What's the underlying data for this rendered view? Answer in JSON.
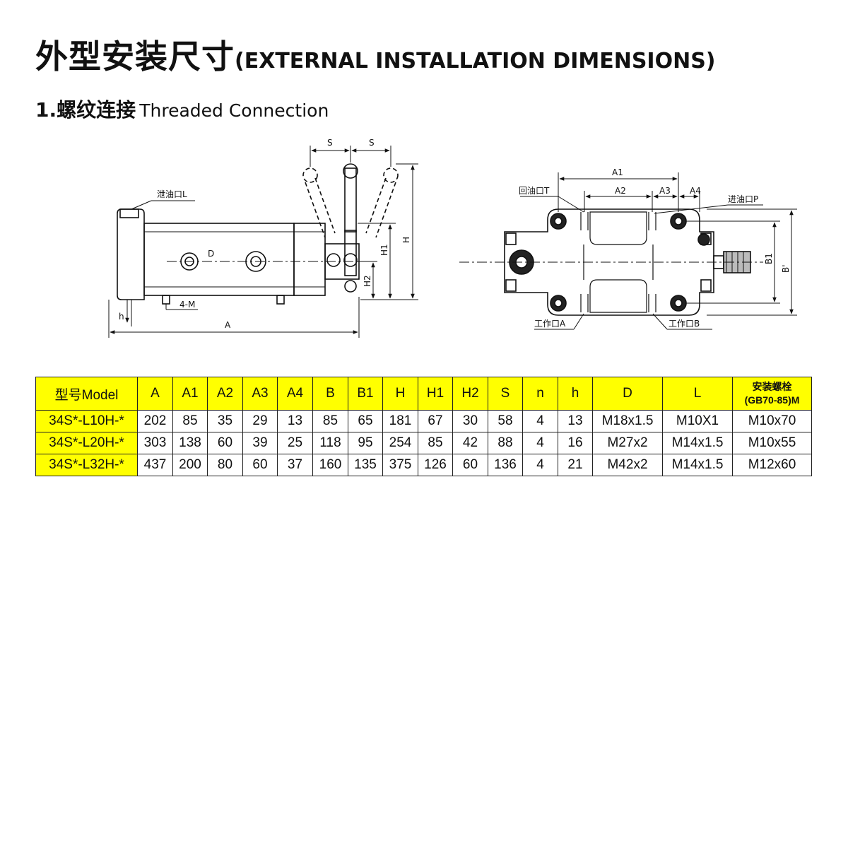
{
  "title": {
    "cn": "外型安装尺寸",
    "en": "(EXTERNAL INSTALLATION DIMENSIONS)"
  },
  "section": {
    "cn": "1.螺纹连接",
    "en": "Threaded Connection"
  },
  "drawing": {
    "side": {
      "drain_port": "泄油口L",
      "d": "D",
      "four_m": "4-M",
      "h": "h",
      "a": "A",
      "s": "S",
      "h_total": "H",
      "h1": "H1",
      "h2": "H2"
    },
    "top": {
      "a1": "A1",
      "a2": "A2",
      "a3": "A3",
      "a4": "A4",
      "return_port": "回油口T",
      "pressure_port": "进油口P",
      "b1": "B1",
      "b": "B'",
      "work_a": "工作口A",
      "work_b": "工作口B"
    }
  },
  "table": {
    "headers": [
      "型号Model",
      "A",
      "A1",
      "A2",
      "A3",
      "A4",
      "B",
      "B1",
      "H",
      "H1",
      "H2",
      "S",
      "n",
      "h",
      "D",
      "L"
    ],
    "bolt_header": {
      "line1": "安装螺栓",
      "line2": "(GB70-85)M"
    },
    "rows": [
      [
        "34S*-L10H-*",
        "202",
        "85",
        "35",
        "29",
        "13",
        "85",
        "65",
        "181",
        "67",
        "30",
        "58",
        "4",
        "13",
        "M18x1.5",
        "M10X1",
        "M10x70"
      ],
      [
        "34S*-L20H-*",
        "303",
        "138",
        "60",
        "39",
        "25",
        "118",
        "95",
        "254",
        "85",
        "42",
        "88",
        "4",
        "16",
        "M27x2",
        "M14x1.5",
        "M10x55"
      ],
      [
        "34S*-L32H-*",
        "437",
        "200",
        "80",
        "60",
        "37",
        "160",
        "135",
        "375",
        "126",
        "60",
        "136",
        "4",
        "21",
        "M42x2",
        "M14x1.5",
        "M12x60"
      ]
    ]
  }
}
